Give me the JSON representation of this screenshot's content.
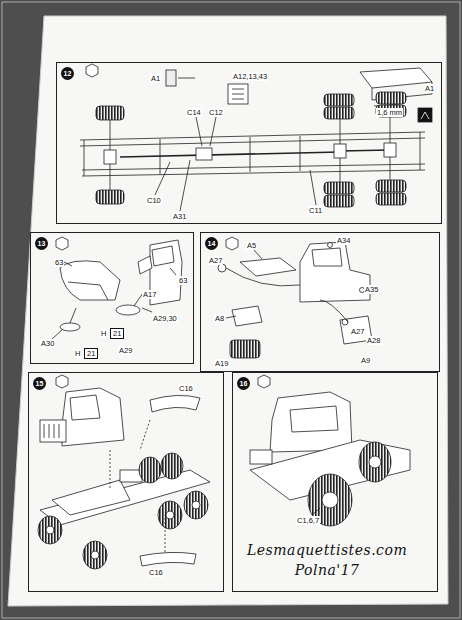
{
  "diagram": {
    "nodes": [
      {
        "text": [
          "12"
        ]
      },
      {
        "text": [
          "13"
        ]
      },
      {
        "text": [
          "14"
        ]
      },
      {
        "text": [
          "15"
        ]
      },
      {
        "text": [
          "16"
        ]
      }
    ],
    "edges": [],
    "labels": [
      "A1",
      "A12,13,43",
      "A1",
      "1,6 mm",
      "C14",
      "C12",
      "C10",
      "A31",
      "C11",
      "63",
      "63",
      "A17",
      "A29,30",
      "A30",
      "H",
      "21",
      "H",
      "21",
      "A29",
      "A5",
      "A34",
      "A27",
      "A8",
      "A35",
      "A27",
      "A28",
      "A19",
      "A9",
      "C16",
      "C16",
      "C1,6,7",
      "Lesmaquettistes.com",
      "Polna'17"
    ]
  }
}
